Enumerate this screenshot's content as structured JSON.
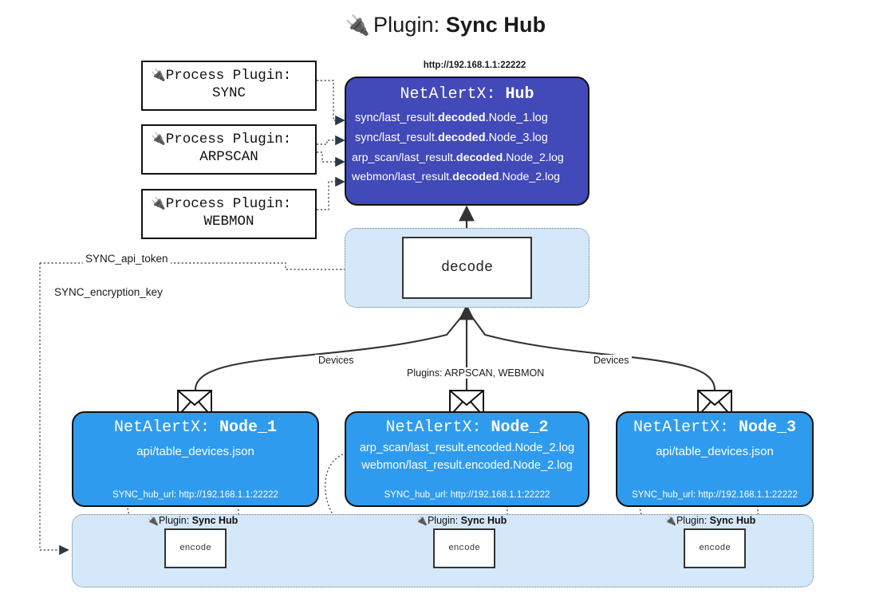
{
  "title": {
    "icon": "plug-icon",
    "lead": "Plugin: ",
    "strong": "Sync Hub"
  },
  "process_plugins": [
    {
      "icon": "plug-icon",
      "line1": "Process Plugin:",
      "line2": "SYNC"
    },
    {
      "icon": "plug-icon",
      "line1": "Process Plugin:",
      "line2": "ARPSCAN"
    },
    {
      "icon": "plug-icon",
      "line1": "Process Plugin:",
      "line2": "WEBMON"
    }
  ],
  "hub": {
    "url": "http://192.168.1.1:22222",
    "title_prefix": "NetAlertX: ",
    "title_name": "Hub",
    "logs": [
      {
        "pre": "sync/last_result.",
        "mid": "decoded",
        "post": ".Node_1.log"
      },
      {
        "pre": "sync/last_result.",
        "mid": "decoded",
        "post": ".Node_3.log"
      },
      {
        "pre": "arp_scan/last_result.",
        "mid": "decoded",
        "post": ".Node_2.log"
      },
      {
        "pre": "webmon/last_result.",
        "mid": "decoded",
        "post": ".Node_2.log"
      }
    ]
  },
  "decode": {
    "label": "decode"
  },
  "tokens": {
    "api_token": "SYNC_api_token",
    "encryption_key": "SYNC_encryption_key"
  },
  "edges": {
    "devices_left": "Devices",
    "devices_right": "Devices",
    "plugins_center": "Plugins: ARPSCAN, WEBMON"
  },
  "nodes": [
    {
      "title_prefix": "NetAlertX: ",
      "title_name": "Node_1",
      "lines": [
        "api/table_devices.json"
      ],
      "hub_url": "SYNC_hub_url: http://192.168.1.1:22222",
      "envelope_icon": "envelope-icon"
    },
    {
      "title_prefix": "NetAlertX: ",
      "title_name": "Node_2",
      "lines": [
        "arp_scan/last_result.encoded.Node_2.log",
        "webmon/last_result.encoded.Node_2.log"
      ],
      "hub_url": "SYNC_hub_url: http://192.168.1.1:22222",
      "envelope_icon": "envelope-icon"
    },
    {
      "title_prefix": "NetAlertX: ",
      "title_name": "Node_3",
      "lines": [
        "api/table_devices.json"
      ],
      "hub_url": "SYNC_hub_url: http://192.168.1.1:22222",
      "envelope_icon": "envelope-icon"
    }
  ],
  "encode_sections": [
    {
      "tag_lead": "Plugin: ",
      "tag_strong": "Sync Hub",
      "box_label": "encode",
      "icon": "plug-icon"
    },
    {
      "tag_lead": "Plugin: ",
      "tag_strong": "Sync Hub",
      "box_label": "encode",
      "icon": "plug-icon"
    },
    {
      "tag_lead": "Plugin: ",
      "tag_strong": "Sync Hub",
      "box_label": "encode",
      "icon": "plug-icon"
    }
  ],
  "colors": {
    "hub": "#4249b8",
    "node": "#2f9bee",
    "zone": "#d5e8fa",
    "stroke": "#111111",
    "dotted": "#6a7a88"
  }
}
